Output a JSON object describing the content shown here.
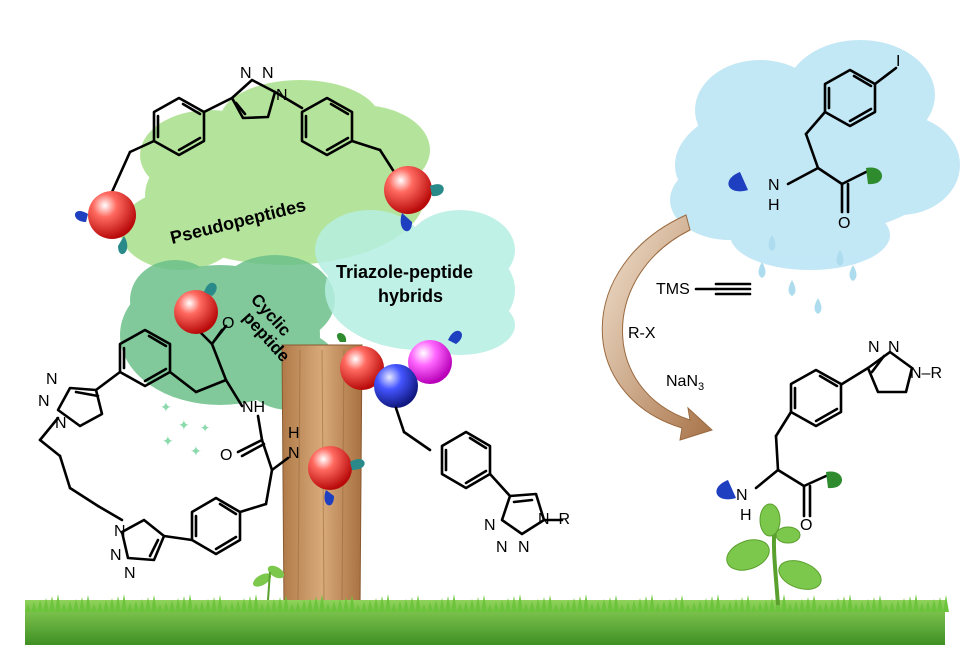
{
  "labels": {
    "pseudopeptides": "Pseudopeptides",
    "cyclic_line1": "Cyclic",
    "cyclic_line2": "peptide",
    "hybrid_line1": "Triazole-peptide",
    "hybrid_line2": "hybrids"
  },
  "reagents": {
    "tms": "TMS",
    "rx": "R-X",
    "nan3": "NaN",
    "nan3_sub": "3"
  },
  "atoms": {
    "n": "N",
    "h": "H",
    "nh": "NH",
    "o": "O",
    "i": "I",
    "r": "R",
    "n_r": "N–R"
  },
  "colors": {
    "cloud_green": "#a8e08a",
    "cloud_cyan": "#b9f0ec",
    "cloud_blue": "#bfe6f5",
    "grass": "#5fb83a",
    "trunk": "#c89868",
    "arrow": "#c49a6c",
    "sphere_red": "#e8201c",
    "sphere_blue": "#2233cc",
    "sphere_magenta": "#ff33ff",
    "drop_blue": "#1e3fbf",
    "drop_teal": "#2a8a8a",
    "drop_green": "#2e8b2e"
  }
}
